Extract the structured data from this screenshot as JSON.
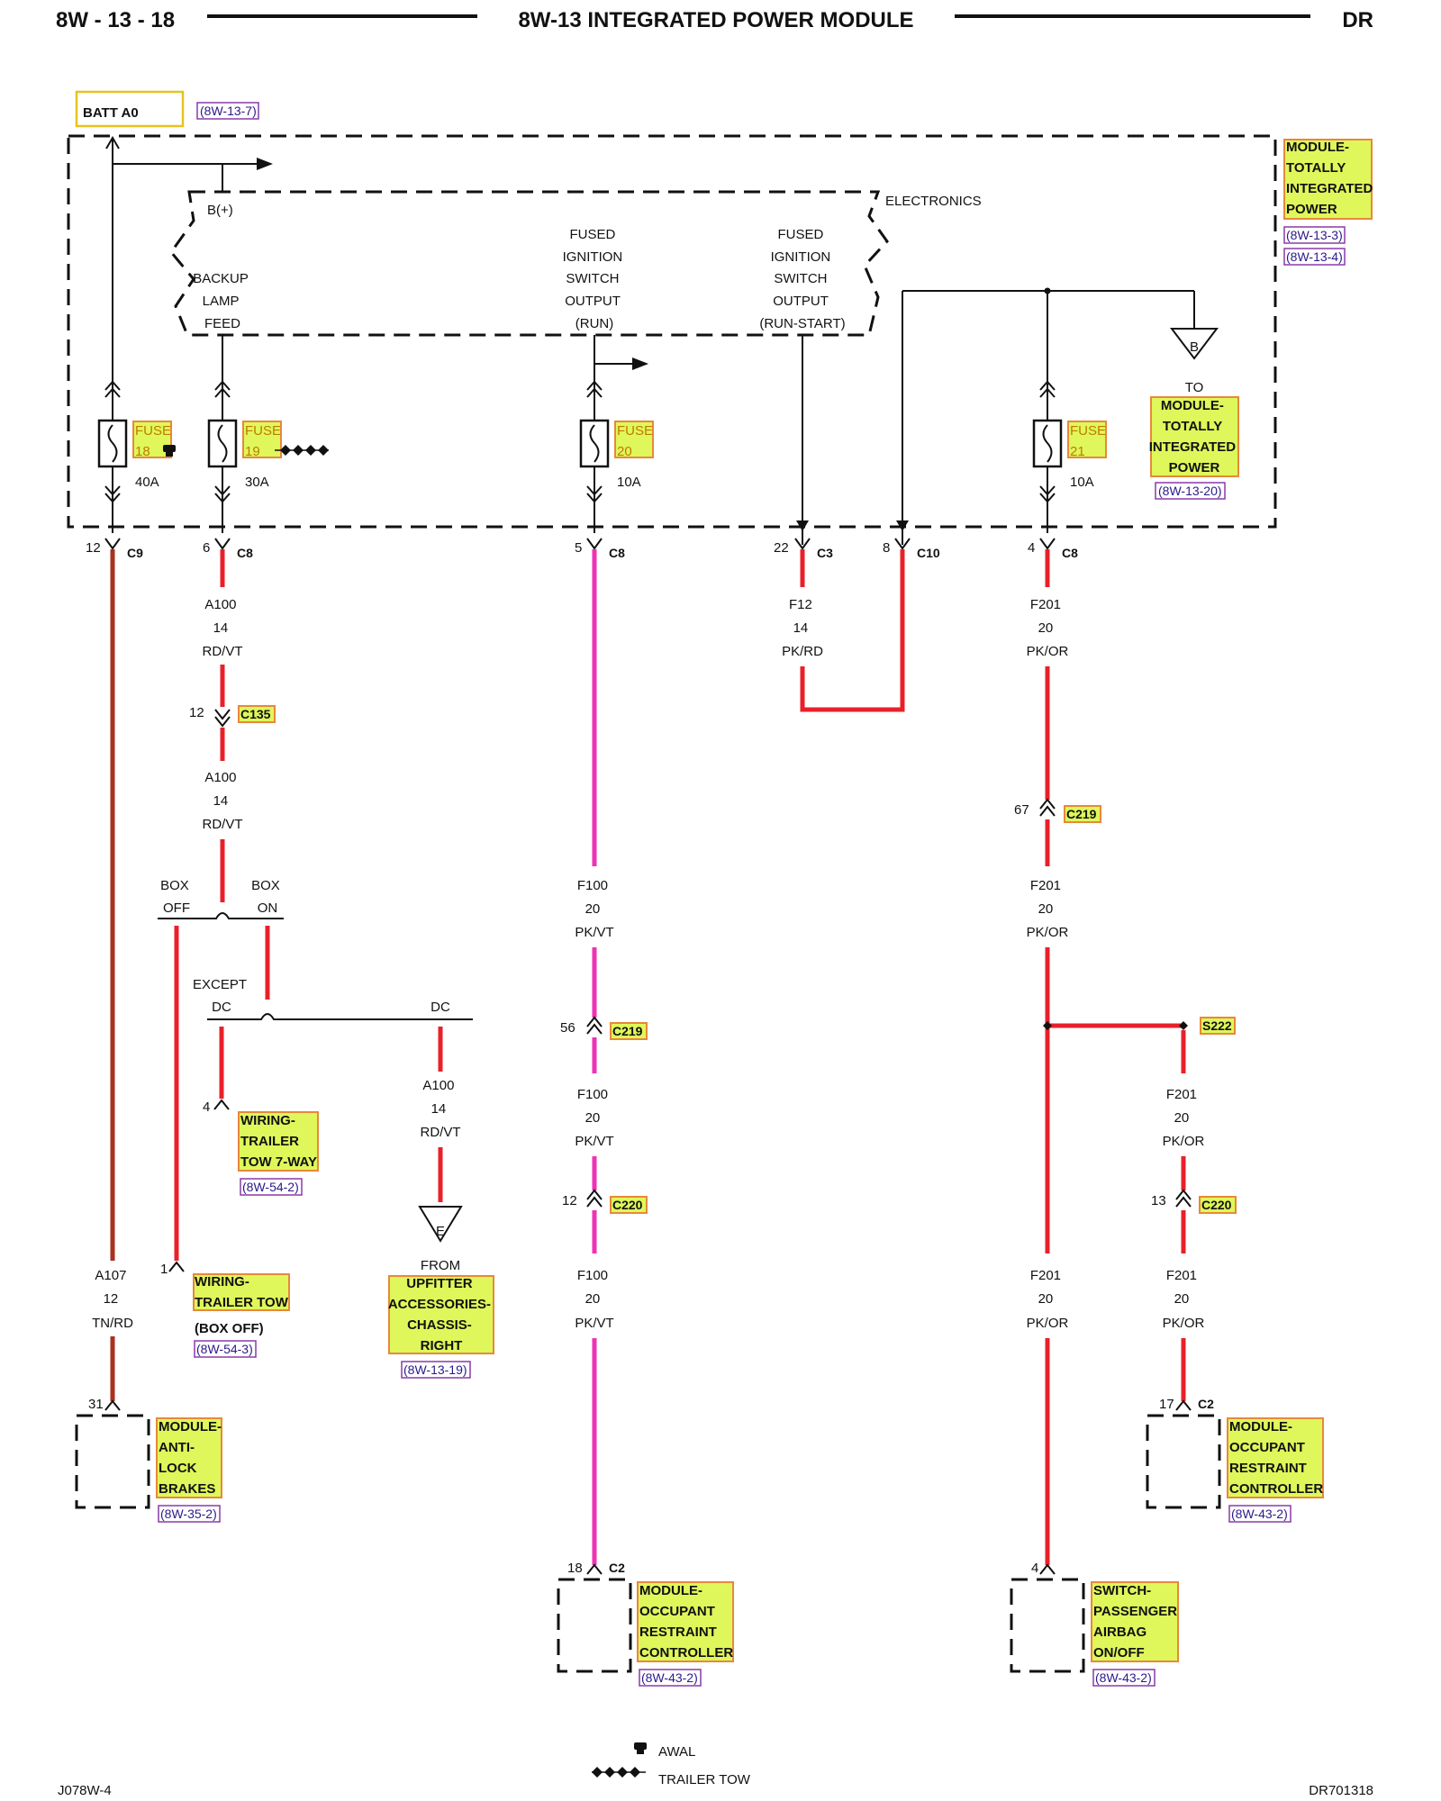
{
  "header": {
    "left": "8W - 13 - 18",
    "center": "8W-13 INTEGRATED POWER MODULE",
    "right": "DR"
  },
  "source": {
    "label": "BATT A0",
    "ref": "(8W-13-7)"
  },
  "module": {
    "lines": [
      "MODULE-",
      "TOTALLY",
      "INTEGRATED",
      "POWER"
    ],
    "refs": [
      "(8W-13-3)",
      "(8W-13-4)"
    ]
  },
  "internal": {
    "electronics": "ELECTRONICS",
    "bplus": "B(+)",
    "backup": [
      "BACKUP",
      "LAMP",
      "FEED"
    ],
    "run": [
      "FUSED",
      "IGNITION",
      "SWITCH",
      "OUTPUT",
      "(RUN)"
    ],
    "runstart": [
      "FUSED",
      "IGNITION",
      "SWITCH",
      "OUTPUT",
      "(RUN-START)"
    ]
  },
  "fuses": [
    {
      "label": "FUSE",
      "num": "18",
      "amps": "40A"
    },
    {
      "label": "FUSE",
      "num": "19",
      "amps": "30A"
    },
    {
      "label": "FUSE",
      "num": "20",
      "amps": "10A"
    },
    {
      "label": "FUSE",
      "num": "21",
      "amps": "10A"
    }
  ],
  "to_module": {
    "to": "TO",
    "lines": [
      "MODULE-",
      "TOTALLY",
      "INTEGRATED",
      "POWER"
    ],
    "ref": "(8W-13-20)",
    "tag": "B"
  },
  "connectors": [
    {
      "pin": "12",
      "name": "C9"
    },
    {
      "pin": "6",
      "name": "C8"
    },
    {
      "pin": "5",
      "name": "C8"
    },
    {
      "pin": "22",
      "name": "C3"
    },
    {
      "pin": "8",
      "name": "C10"
    },
    {
      "pin": "4",
      "name": "C8"
    }
  ],
  "wires": {
    "a100_1": [
      "A100",
      "14",
      "RD/VT"
    ],
    "a100_2": [
      "A100",
      "14",
      "RD/VT"
    ],
    "a100_3": [
      "A100",
      "14",
      "RD/VT"
    ],
    "f12": [
      "F12",
      "14",
      "PK/RD"
    ],
    "f201_1": [
      "F201",
      "20",
      "PK/OR"
    ],
    "f201_2": [
      "F201",
      "20",
      "PK/OR"
    ],
    "f201_3": [
      "F201",
      "20",
      "PK/OR"
    ],
    "f201_4": [
      "F201",
      "20",
      "PK/OR"
    ],
    "f201_5": [
      "F201",
      "20",
      "PK/OR"
    ],
    "f100_1": [
      "F100",
      "20",
      "PK/VT"
    ],
    "f100_2": [
      "F100",
      "20",
      "PK/VT"
    ],
    "f100_3": [
      "F100",
      "20",
      "PK/VT"
    ],
    "a107": [
      "A107",
      "12",
      "TN/RD"
    ]
  },
  "inline": {
    "c135": {
      "pin": "12",
      "name": "C135"
    },
    "c219a": {
      "pin": "67",
      "name": "C219"
    },
    "c219b": {
      "pin": "56",
      "name": "C219"
    },
    "c220a": {
      "pin": "12",
      "name": "C220"
    },
    "c220b": {
      "pin": "13",
      "name": "C220"
    },
    "s222": "S222"
  },
  "box": {
    "off": [
      "BOX",
      "OFF"
    ],
    "on": [
      "BOX",
      "ON"
    ],
    "except": [
      "EXCEPT",
      "DC"
    ],
    "dc": "DC"
  },
  "trailer7": {
    "pin": "4",
    "lines": [
      "WIRING-",
      "TRAILER",
      "TOW 7-WAY"
    ],
    "ref": "(8W-54-2)"
  },
  "trailer": {
    "pin": "1",
    "lines": [
      "WIRING-",
      "TRAILER TOW"
    ],
    "note": "(BOX OFF)",
    "ref": "(8W-54-3)"
  },
  "upfitter": {
    "tag": "E",
    "from": "FROM",
    "lines": [
      "UPFITTER",
      "ACCESSORIES-",
      "CHASSIS-",
      "RIGHT"
    ],
    "ref": "(8W-13-19)"
  },
  "abs": {
    "pin": "31",
    "lines": [
      "MODULE-",
      "ANTI-",
      "LOCK",
      "BRAKES"
    ],
    "ref": "(8W-35-2)"
  },
  "orc1": {
    "pin": "18",
    "conn": "C2",
    "lines": [
      "MODULE-",
      "OCCUPANT",
      "RESTRAINT",
      "CONTROLLER"
    ],
    "ref": "(8W-43-2)"
  },
  "orc2": {
    "pin": "17",
    "conn": "C2",
    "lines": [
      "MODULE-",
      "OCCUPANT",
      "RESTRAINT",
      "CONTROLLER"
    ],
    "ref": "(8W-43-2)"
  },
  "pab": {
    "pin": "4",
    "lines": [
      "SWITCH-",
      "PASSENGER",
      "AIRBAG",
      "ON/OFF"
    ],
    "ref": "(8W-43-2)"
  },
  "legend": [
    {
      "label": "AWAL"
    },
    {
      "label": "TRAILER TOW"
    }
  ],
  "footer": {
    "left": "J078W-4",
    "right": "DR701318"
  }
}
